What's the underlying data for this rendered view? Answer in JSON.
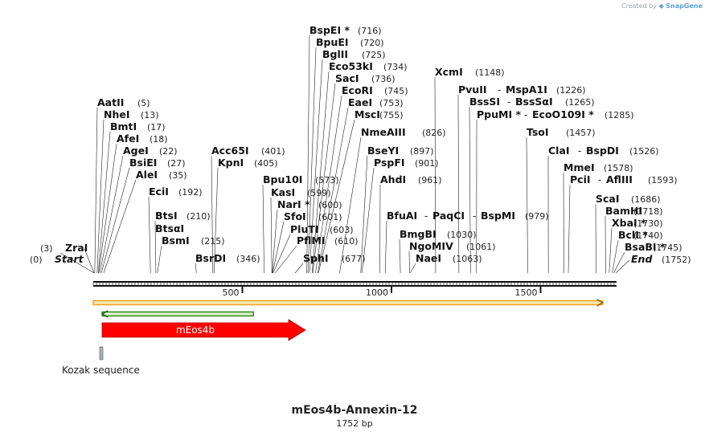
{
  "credit": {
    "prefix": "Created by",
    "brand": "SnapGene"
  },
  "map": {
    "title": "mEos4b-Annexin-12",
    "length_label": "1752 bp",
    "length": 1752,
    "axis": {
      "ticks": [
        {
          "value": 500,
          "label": "500"
        },
        {
          "value": 1000,
          "label": "1000"
        },
        {
          "value": 1500,
          "label": "1500"
        }
      ]
    },
    "sites": [
      {
        "name": "Start",
        "pos_label": "(0)",
        "pos": 0,
        "italic": true
      },
      {
        "name": "ZraI",
        "pos_label": "(3)",
        "pos": 3
      },
      {
        "name": "AatII",
        "pos_label": "(5)",
        "pos": 5
      },
      {
        "name": "NheI",
        "pos_label": "(13)",
        "pos": 13
      },
      {
        "name": "BmtI",
        "pos_label": "(17)",
        "pos": 17
      },
      {
        "name": "AfeI",
        "pos_label": "(18)",
        "pos": 18
      },
      {
        "name": "AgeI",
        "pos_label": "(22)",
        "pos": 22
      },
      {
        "name": "BsiEI",
        "pos_label": "(27)",
        "pos": 27
      },
      {
        "name": "AleI",
        "pos_label": "(35)",
        "pos": 35
      },
      {
        "name": "EciI",
        "pos_label": "(192)",
        "pos": 192
      },
      {
        "name": "BtsI",
        "pos_label": "(210)",
        "pos": 210
      },
      {
        "name": "BtsαI",
        "pos_label": "",
        "pos": 210
      },
      {
        "name": "BsmI",
        "pos_label": "(215)",
        "pos": 215
      },
      {
        "name": "BsrDI",
        "pos_label": "(346)",
        "pos": 346
      },
      {
        "name": "Acc65I",
        "pos_label": "(401)",
        "pos": 401
      },
      {
        "name": "KpnI",
        "pos_label": "(405)",
        "pos": 405
      },
      {
        "name": "Bpu10I",
        "pos_label": "(573)",
        "pos": 573
      },
      {
        "name": "KasI",
        "pos_label": "(599)",
        "pos": 599
      },
      {
        "name": "NarI *",
        "pos_label": "(600)",
        "pos": 600
      },
      {
        "name": "SfoI",
        "pos_label": "(601)",
        "pos": 601
      },
      {
        "name": "PluTI",
        "pos_label": "(603)",
        "pos": 603
      },
      {
        "name": "PflMI",
        "pos_label": "(610)",
        "pos": 610
      },
      {
        "name": "SphI",
        "pos_label": "(677)",
        "pos": 677
      },
      {
        "name": "BspEI *",
        "pos_label": "(716)",
        "pos": 716
      },
      {
        "name": "BpuEI",
        "pos_label": "(720)",
        "pos": 720
      },
      {
        "name": "BglII",
        "pos_label": "(725)",
        "pos": 725
      },
      {
        "name": "Eco53kI",
        "pos_label": "(734)",
        "pos": 734
      },
      {
        "name": "SacI",
        "pos_label": "(736)",
        "pos": 736
      },
      {
        "name": "EcoRI",
        "pos_label": "(745)",
        "pos": 745
      },
      {
        "name": "EaeI",
        "pos_label": "(753)",
        "pos": 753
      },
      {
        "name": "MscI",
        "pos_label": "(755)",
        "pos": 755
      },
      {
        "name": "NmeAIII",
        "pos_label": "(826)",
        "pos": 826
      },
      {
        "name": "BseYI",
        "pos_label": "(897)",
        "pos": 897
      },
      {
        "name": "PspFI",
        "pos_label": "(901)",
        "pos": 901
      },
      {
        "name": "AhdI",
        "pos_label": "(961)",
        "pos": 961
      },
      {
        "name": "BfuAI",
        "pos_label": "",
        "pos": 979
      },
      {
        "name": "PaqCI",
        "pos_label": "",
        "pos": 979
      },
      {
        "name": "BspMI",
        "pos_label": "(979)",
        "pos": 979
      },
      {
        "name": "BmgBI",
        "pos_label": "(1030)",
        "pos": 1030
      },
      {
        "name": "NgoMIV",
        "pos_label": "(1061)",
        "pos": 1061
      },
      {
        "name": "NaeI",
        "pos_label": "(1063)",
        "pos": 1063
      },
      {
        "name": "XcmI",
        "pos_label": "(1148)",
        "pos": 1148
      },
      {
        "name": "PvuII",
        "pos_label": "",
        "pos": 1226
      },
      {
        "name": "MspA1I",
        "pos_label": "(1226)",
        "pos": 1226
      },
      {
        "name": "BssSI",
        "pos_label": "",
        "pos": 1265
      },
      {
        "name": "BssSαI",
        "pos_label": "(1265)",
        "pos": 1265
      },
      {
        "name": "PpuMI *",
        "pos_label": "",
        "pos": 1285
      },
      {
        "name": "EcoO109I *",
        "pos_label": "(1285)",
        "pos": 1285
      },
      {
        "name": "TsoI",
        "pos_label": "(1457)",
        "pos": 1457
      },
      {
        "name": "ClaI",
        "pos_label": "",
        "pos": 1526
      },
      {
        "name": "BspDI",
        "pos_label": "(1526)",
        "pos": 1526
      },
      {
        "name": "MmeI",
        "pos_label": "(1578)",
        "pos": 1578
      },
      {
        "name": "PciI",
        "pos_label": "",
        "pos": 1593
      },
      {
        "name": "AflIII",
        "pos_label": "(1593)",
        "pos": 1593
      },
      {
        "name": "ScaI",
        "pos_label": "(1686)",
        "pos": 1686
      },
      {
        "name": "BamHI",
        "pos_label": "(1718)",
        "pos": 1718
      },
      {
        "name": "XbaI *",
        "pos_label": "(1730)",
        "pos": 1730
      },
      {
        "name": "BclI *",
        "pos_label": "(1740)",
        "pos": 1740
      },
      {
        "name": "BsaBI *",
        "pos_label": "(1745)",
        "pos": 1745
      },
      {
        "name": "End",
        "pos_label": "(1752)",
        "pos": 1752,
        "italic": true
      }
    ],
    "features": [
      {
        "name": "mEos4b",
        "type": "cds",
        "start": 30,
        "end": 710,
        "color": "#ff0000",
        "label_color": "#ffffff"
      },
      {
        "name": "Kozak sequence",
        "type": "regulatory",
        "start": 20,
        "end": 32,
        "color": "#a9b0ba"
      }
    ],
    "orf_bars": [
      {
        "start": 0,
        "end": 1708,
        "color": "#f0a01e",
        "direction": "forward"
      },
      {
        "start": 30,
        "end": 537,
        "color": "#2e8b1e",
        "direction": "reverse"
      }
    ]
  }
}
